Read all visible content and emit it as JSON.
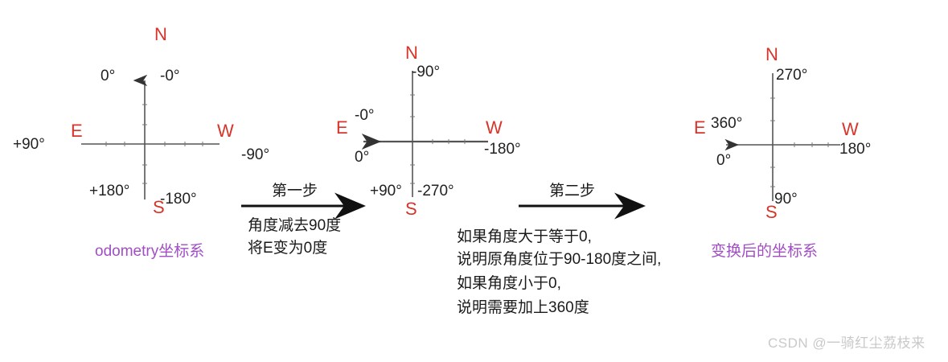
{
  "diagram": {
    "title_hidden": "",
    "watermark": "CSDN @一骑红尘荔枝来",
    "colors": {
      "cardinal_red": "#d6352b",
      "caption_purple": "#a14ec4",
      "axis_gray": "#555555",
      "text_black": "#1a1a1a",
      "watermark_gray": "#c9c9c9",
      "background": "#ffffff"
    },
    "systems": [
      {
        "id": "odometry",
        "caption": "odometry坐标系",
        "cardinals": {
          "north": "N",
          "south": "S",
          "east": "E",
          "west": "W"
        },
        "annotations": {
          "north_left": "0°",
          "north_right": "-0°",
          "east_outer": "+90°",
          "west_outer": "-90°",
          "south_left": "+180°",
          "south_right": "-180°"
        },
        "vertical_arrow": "up",
        "horizontal_arrow": "none"
      },
      {
        "id": "after-step-one",
        "caption": "",
        "cardinals": {
          "north": "N",
          "south": "S",
          "east": "E",
          "west": "W"
        },
        "annotations": {
          "north_right": "-90°",
          "east_upper": "-0°",
          "east_lower": "0°",
          "west_outer": "-180°",
          "south_left": "+90°",
          "south_right": "-270°"
        },
        "vertical_arrow": "none",
        "horizontal_arrow": "left"
      },
      {
        "id": "transformed",
        "caption": "变换后的坐标系",
        "cardinals": {
          "north": "N",
          "south": "S",
          "east": "E",
          "west": "W"
        },
        "annotations": {
          "north_right": "270°",
          "east_upper": "360°",
          "east_lower": "0°",
          "west_outer": "180°",
          "south_right": "90°"
        },
        "vertical_arrow": "none",
        "horizontal_arrow": "left"
      }
    ],
    "steps": [
      {
        "id": "step-one",
        "label": "第一步",
        "lines": [
          "角度减去90度",
          "将E变为0度"
        ]
      },
      {
        "id": "step-two",
        "label": "第二步",
        "lines": [
          "如果角度大于等于0,",
          "说明原角度位于90-180度之间,",
          "如果角度小于0,",
          "说明需要加上360度"
        ]
      }
    ]
  }
}
